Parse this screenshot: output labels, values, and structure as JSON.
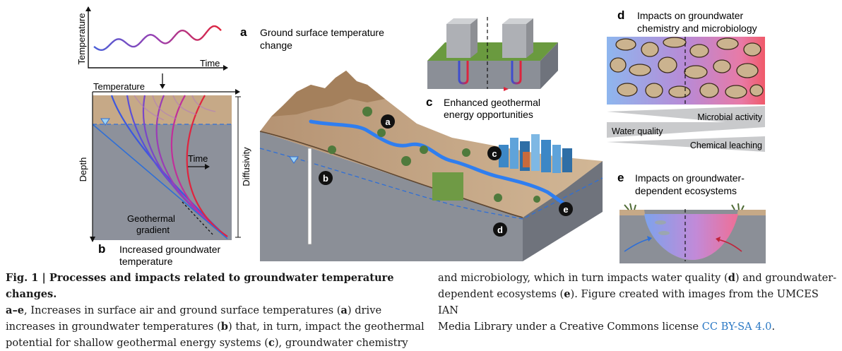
{
  "panel_a": {
    "letter": "a",
    "title_line1": "Ground surface temperature",
    "title_line2": "change",
    "y_axis_label": "Temperature",
    "x_axis_label": "Time"
  },
  "panel_b": {
    "letter": "b",
    "top_label": "Temperature",
    "left_label": "Depth",
    "right_label": "Diffusivity",
    "time_label": "Time",
    "gradient_line1": "Geothermal",
    "gradient_line2": "gradient",
    "title_line1": "Increased groundwater",
    "title_line2": "temperature"
  },
  "panel_c": {
    "letter": "c",
    "title_line1": "Enhanced geothermal",
    "title_line2": "energy opportunities"
  },
  "panel_d": {
    "letter": "d",
    "title_line1": "Impacts on groundwater",
    "title_line2": "chemistry and microbiology",
    "bar_labels": [
      "Microbial activity",
      "Water quality",
      "Chemical leaching"
    ]
  },
  "panel_e": {
    "letter": "e",
    "title_line1": "Impacts on groundwater-",
    "title_line2": "dependent ecosystems"
  },
  "block_markers": [
    "a",
    "b",
    "c",
    "d",
    "e"
  ],
  "caption": {
    "title": "Fig. 1 | Processes and impacts related to groundwater temperature changes.",
    "left_lines": [
      {
        "pre": "",
        "b1": "a–e",
        "mid": ", Increases in surface air and ground surface temperatures (",
        "b2": "a",
        "post": ") drive"
      },
      {
        "pre": "increases in groundwater temperatures (",
        "b1": "b",
        "mid": ") that, in turn, impact the geothermal",
        "b2": "",
        "post": ""
      },
      {
        "pre": "potential for shallow geothermal energy systems (",
        "b1": "c",
        "mid": "), groundwater chemistry",
        "b2": "",
        "post": ""
      }
    ],
    "right_lines": [
      {
        "pre": "and microbiology, which in turn impacts water quality (",
        "b1": "d",
        "mid": ") and groundwater-",
        "b2": "",
        "post": ""
      },
      {
        "pre": "dependent ecosystems (",
        "b1": "e",
        "mid": "). Figure created with images from the UMCES IAN",
        "b2": "",
        "post": ""
      },
      {
        "pre": "Media Library under a Creative Commons license ",
        "b1": "",
        "mid": "",
        "b2": "",
        "post": ""
      }
    ],
    "link_text": "CC BY-SA 4.0",
    "link_suffix": "."
  }
}
